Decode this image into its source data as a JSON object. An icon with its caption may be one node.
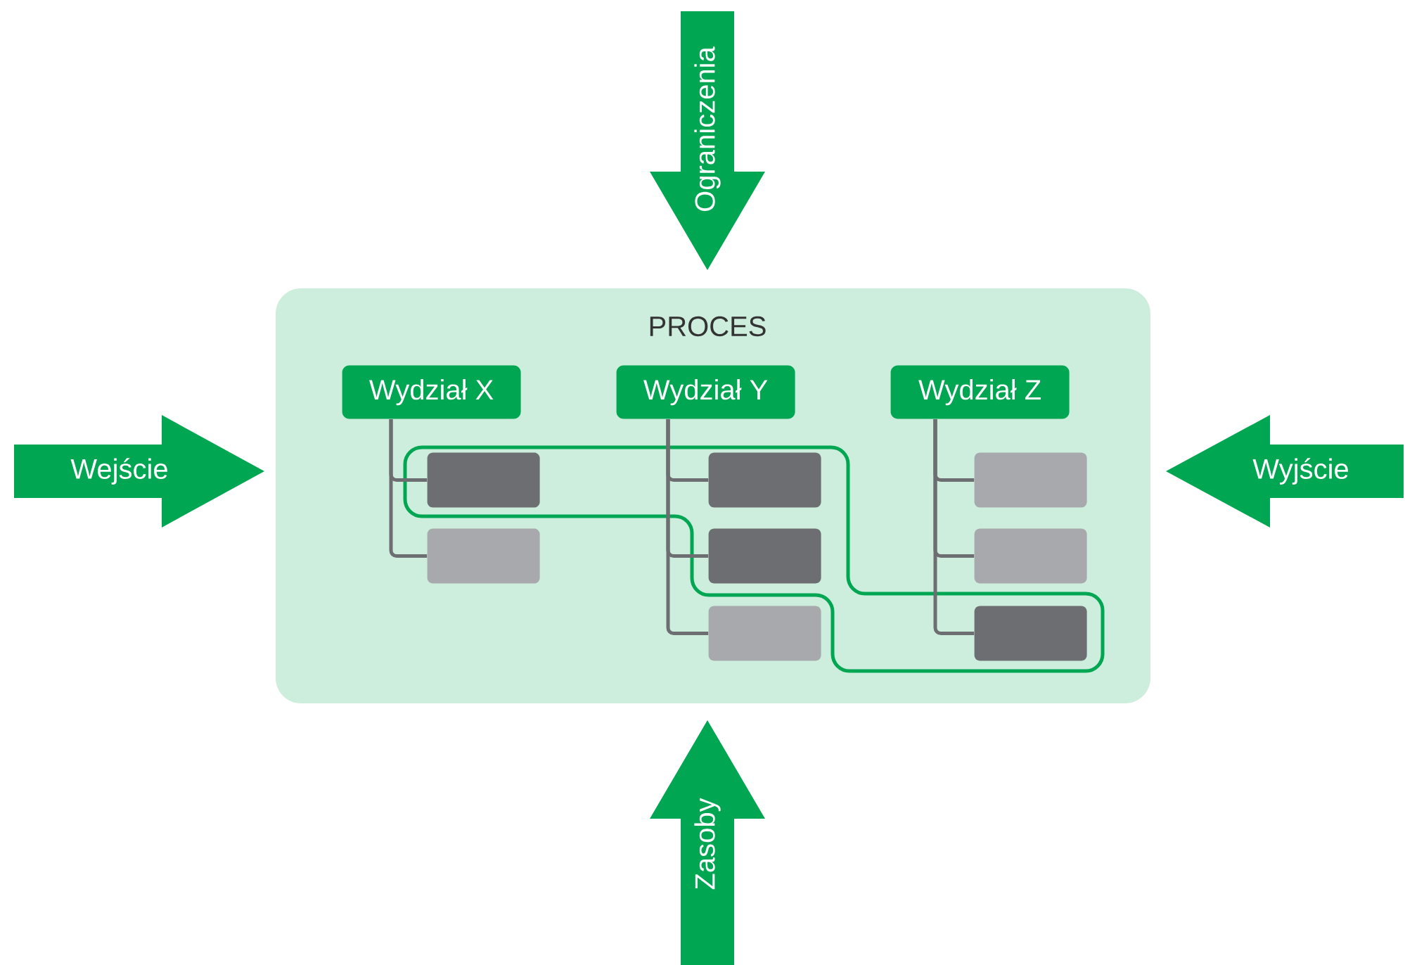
{
  "diagram": {
    "nodes": [
      {
        "text": [
          "PROCES"
        ]
      },
      {
        "text": [
          "Wydział X"
        ],
        "in": 0
      },
      {
        "text": [
          "Wydział Y"
        ],
        "in": 0
      },
      {
        "text": [
          "Wydział Z"
        ],
        "in": 0
      },
      {
        "text": [],
        "shape": "box",
        "in": 0
      },
      {
        "text": [],
        "shape": "box",
        "in": 0
      },
      {
        "text": [],
        "shape": "box",
        "in": 0
      },
      {
        "text": [],
        "shape": "box",
        "in": 0
      },
      {
        "text": [],
        "shape": "box",
        "in": 0
      },
      {
        "text": [],
        "shape": "box",
        "in": 0
      },
      {
        "text": [],
        "shape": "box",
        "in": 0
      },
      {
        "text": [],
        "shape": "box",
        "in": 0
      },
      {
        "text": [
          "Ograniczenia"
        ]
      },
      {
        "text": [
          "Wejście"
        ]
      },
      {
        "text": [
          "Wyjście"
        ]
      },
      {
        "text": [
          "Zasoby"
        ]
      }
    ],
    "edges": [
      {
        "from": 1,
        "to": 4,
        "arrow": "none"
      },
      {
        "from": 1,
        "to": 5,
        "arrow": "none"
      },
      {
        "from": 2,
        "to": 6,
        "arrow": "none"
      },
      {
        "from": 2,
        "to": 7,
        "arrow": "none"
      },
      {
        "from": 2,
        "to": 8,
        "arrow": "none"
      },
      {
        "from": 3,
        "to": 9,
        "arrow": "none"
      },
      {
        "from": 3,
        "to": 10,
        "arrow": "none"
      },
      {
        "from": 3,
        "to": 11,
        "arrow": "none"
      }
    ]
  }
}
